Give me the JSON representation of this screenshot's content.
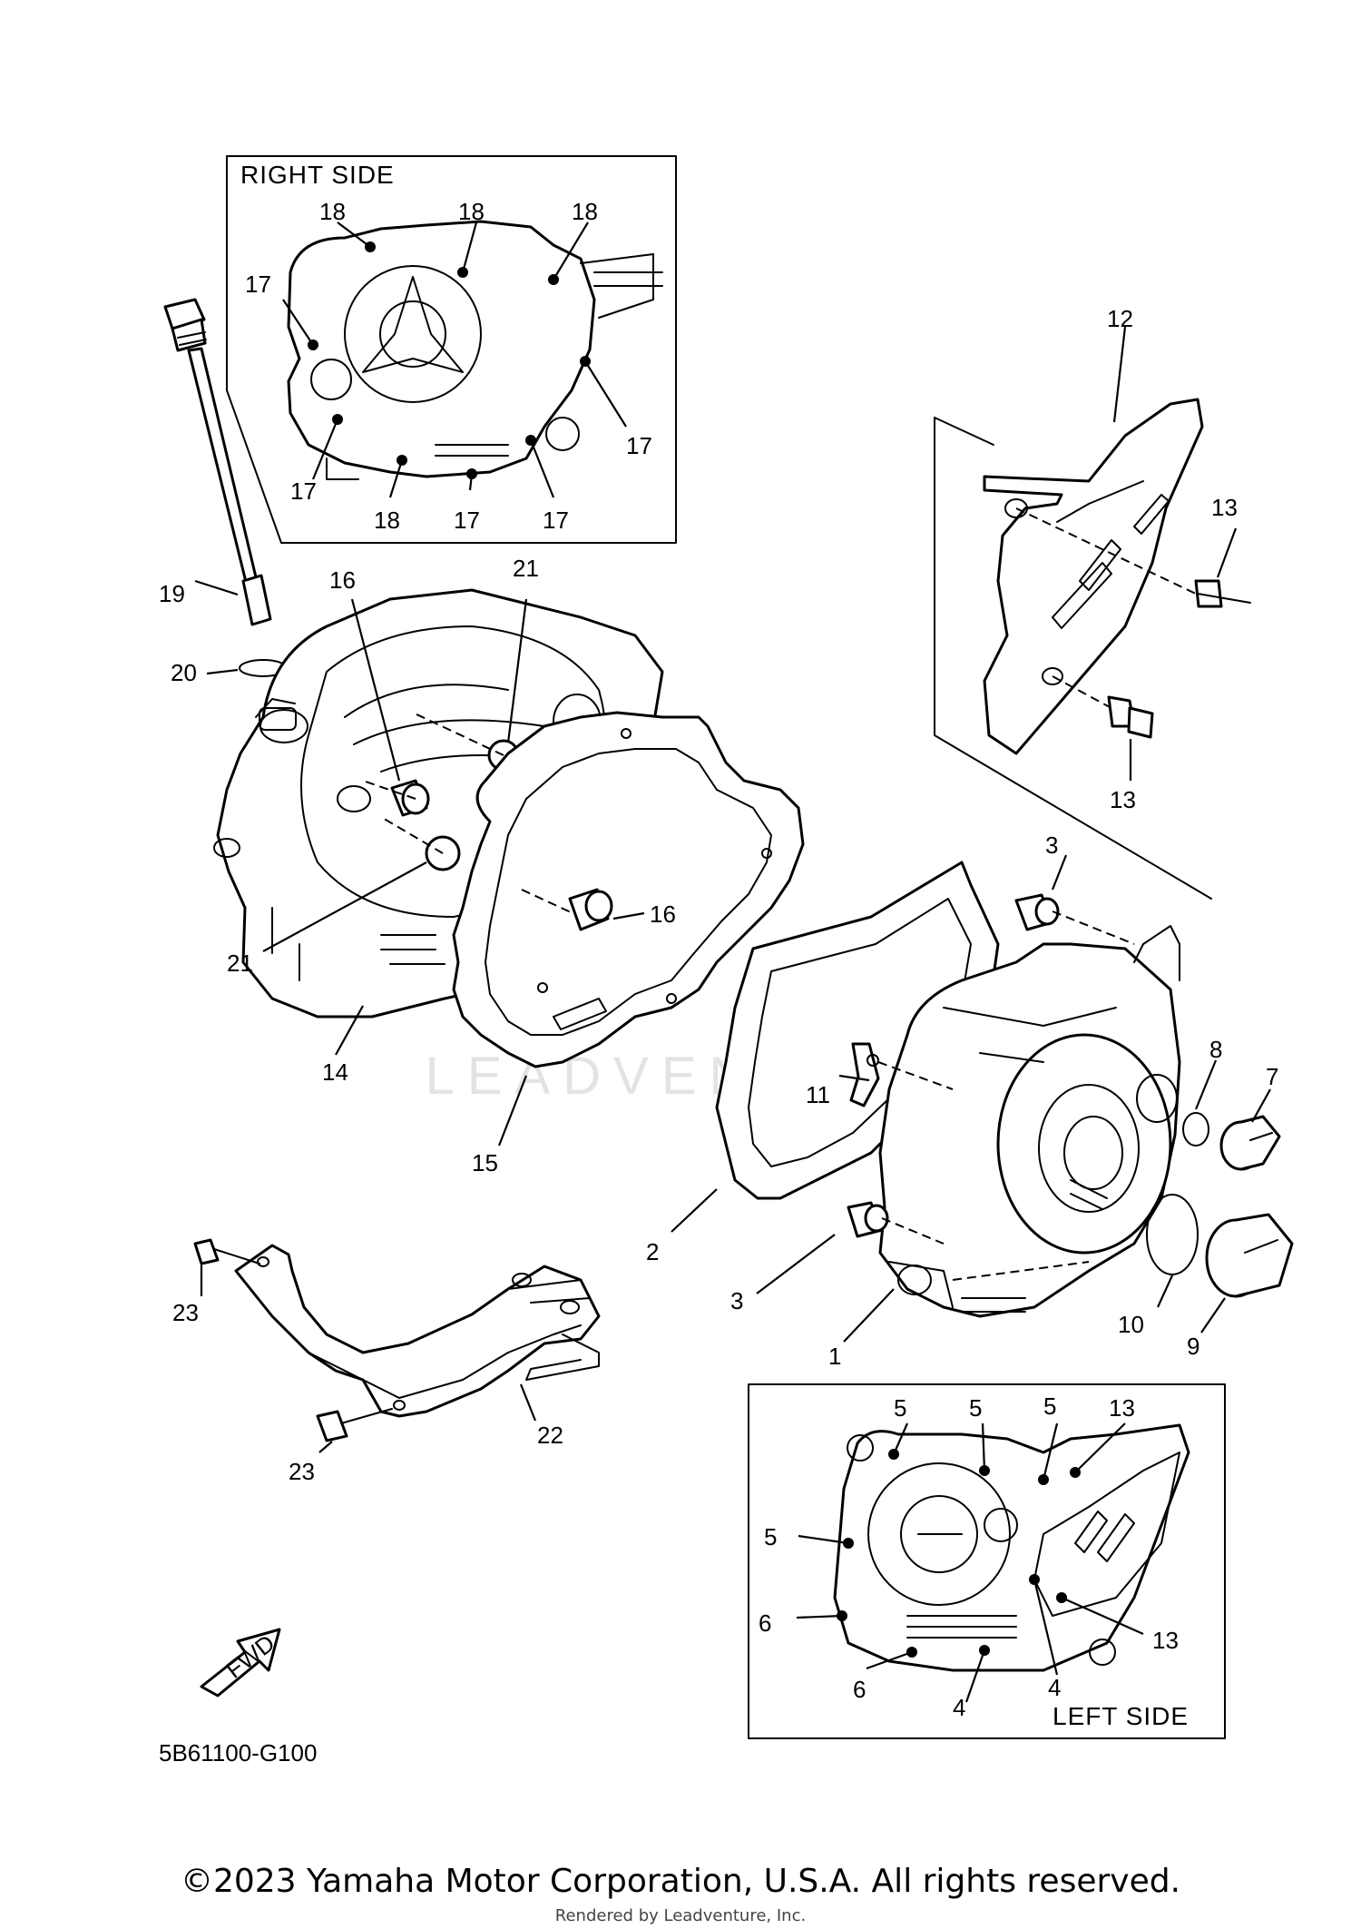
{
  "diagram": {
    "code": "5B61100-G100",
    "fwd_label": "FWD",
    "watermark": "LEADVENTURE",
    "right_side": {
      "title": "RIGHT SIDE",
      "labels": [
        "18",
        "18",
        "18",
        "17",
        "17",
        "17",
        "17",
        "18",
        "17",
        "17"
      ]
    },
    "left_side": {
      "title": "LEFT SIDE",
      "labels": [
        "5",
        "5",
        "5",
        "13",
        "5",
        "6",
        "13",
        "6",
        "4",
        "4"
      ]
    },
    "parts": [
      "1",
      "2",
      "3",
      "3",
      "7",
      "8",
      "9",
      "10",
      "11",
      "12",
      "13",
      "13",
      "14",
      "15",
      "16",
      "16",
      "19",
      "20",
      "21",
      "21",
      "22",
      "23",
      "23"
    ]
  },
  "footer": {
    "copyright": "©2023 Yamaha Motor Corporation, U.S.A. All rights reserved.",
    "rendered_by": "Rendered by Leadventure, Inc."
  }
}
